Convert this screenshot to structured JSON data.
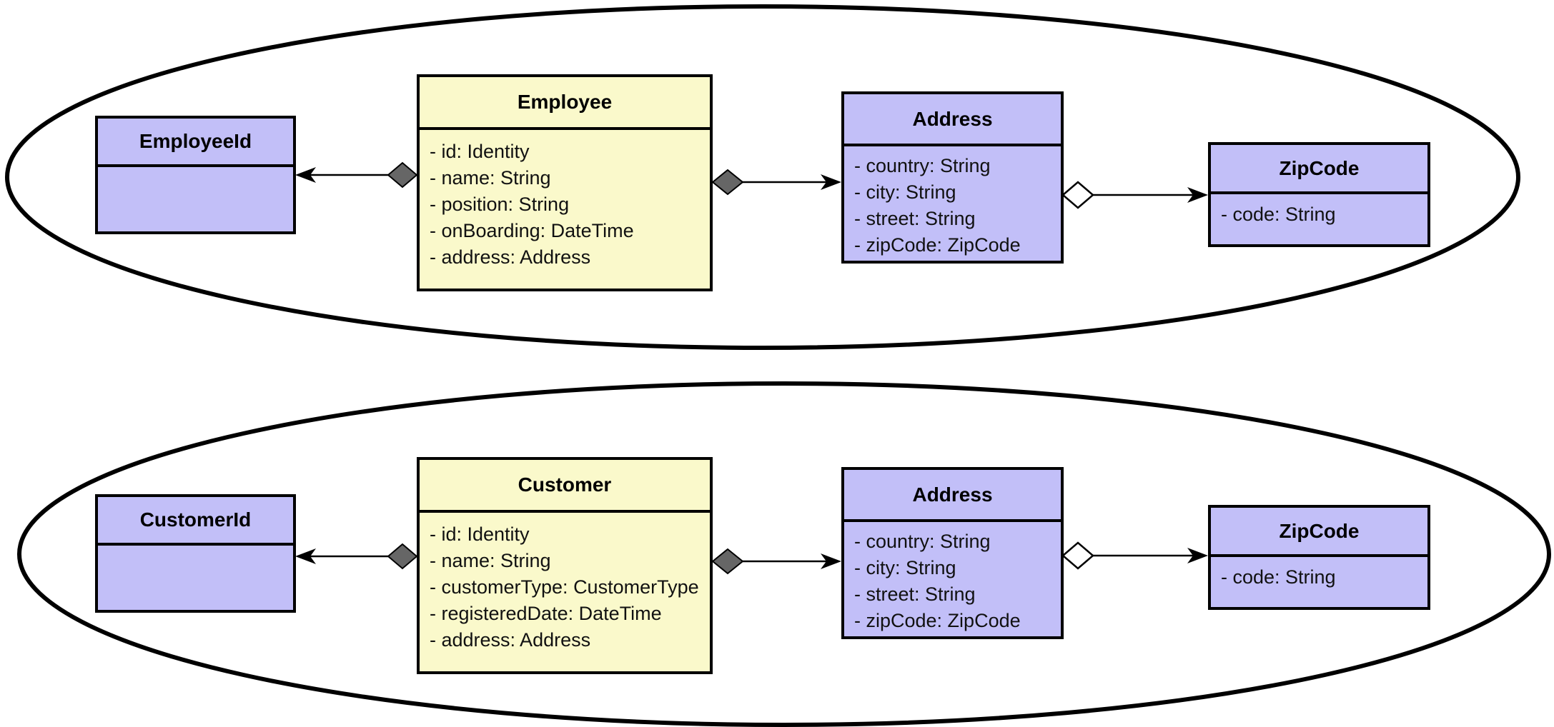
{
  "diagram": {
    "kind": "uml-class-diagram",
    "groups": [
      {
        "id": "employee-aggregate",
        "entities": [
          {
            "title": "EmployeeId",
            "attributes": []
          },
          {
            "title": "Employee",
            "attributes": [
              "- id: Identity",
              "- name: String",
              "- position: String",
              "- onBoarding: DateTime",
              "- address: Address"
            ]
          },
          {
            "title": "Address",
            "attributes": [
              "- country: String",
              "- city: String",
              "- street: String",
              "- zipCode: ZipCode"
            ]
          },
          {
            "title": "ZipCode",
            "attributes": [
              "- code: String"
            ]
          }
        ]
      },
      {
        "id": "customer-aggregate",
        "entities": [
          {
            "title": "CustomerId",
            "attributes": []
          },
          {
            "title": "Customer",
            "attributes": [
              "- id: Identity",
              "- name: String",
              "- customerType: CustomerType",
              "- registeredDate: DateTime",
              "- address: Address"
            ]
          },
          {
            "title": "Address",
            "attributes": [
              "- country: String",
              "- city: String",
              "- street: String",
              "- zipCode: ZipCode"
            ]
          },
          {
            "title": "ZipCode",
            "attributes": [
              "- code: String"
            ]
          }
        ]
      }
    ],
    "relationships": [
      {
        "from": "Employee",
        "to": "EmployeeId",
        "type": "composition"
      },
      {
        "from": "Employee",
        "to": "Address",
        "type": "composition"
      },
      {
        "from": "Address",
        "to": "ZipCode",
        "type": "aggregation"
      },
      {
        "from": "Customer",
        "to": "CustomerId",
        "type": "composition"
      },
      {
        "from": "Customer",
        "to": "Address",
        "type": "composition"
      },
      {
        "from": "Address",
        "to": "ZipCode",
        "type": "aggregation"
      }
    ],
    "colors": {
      "entity_fill": "#FAF9CB",
      "value_object_fill": "#C2BFF8",
      "composition_diamond": "#666666",
      "line": "#000000"
    }
  }
}
